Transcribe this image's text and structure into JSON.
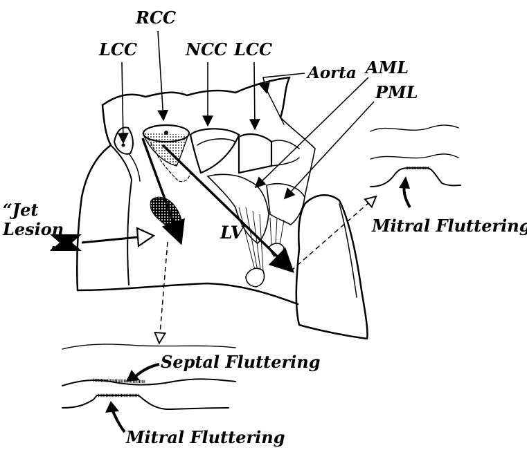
{
  "labels": {
    "rcc": "RCC",
    "lcc_left": "LCC",
    "ncc": "NCC",
    "lcc_right": "LCC",
    "aorta": "Aorta",
    "aml": "AML",
    "pml": "PML",
    "lv": "LV",
    "jet_lesion_line1": "“Jet",
    "jet_lesion_line2": "Lesion",
    "jet_lesion_quote": "”",
    "mitral_fluttering_right": "Mitral Fluttering",
    "septal_fluttering": "Septal Fluttering",
    "mitral_fluttering_bottom": "Mitral Fluttering"
  },
  "colors": {
    "ink": "#000000",
    "paper": "#ffffff"
  }
}
